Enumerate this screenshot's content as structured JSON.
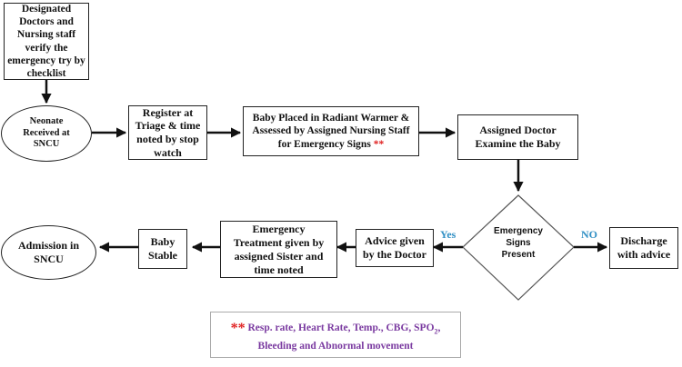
{
  "nodes": {
    "verify": "Designated Doctors and Nursing staff verify the emergency try by checklist",
    "neonate": "Neonate Received at SNCU",
    "register": "Register at Triage & time noted by stop watch",
    "warmer": "Baby Placed in Radiant Warmer & Assessed by Assigned Nursing Staff for Emergency Signs",
    "warmer_mark": "**",
    "examine": "Assigned Doctor Examine the Baby",
    "decision": "Emergency Signs Present",
    "discharge": "Discharge with advice",
    "advice": "Advice given by the Doctor",
    "treatment": "Emergency Treatment given by assigned Sister and time noted",
    "stable": "Baby Stable",
    "admission": "Admission in SNCU"
  },
  "labels": {
    "yes": "Yes",
    "no": "NO"
  },
  "note": {
    "stars": "**",
    "line1_a": "Resp. rate, Heart Rate, Temp., CBG, SPO",
    "line1_sub": "2",
    "line1_end": ",",
    "line2": "Bleeding and Abnormal movement"
  }
}
